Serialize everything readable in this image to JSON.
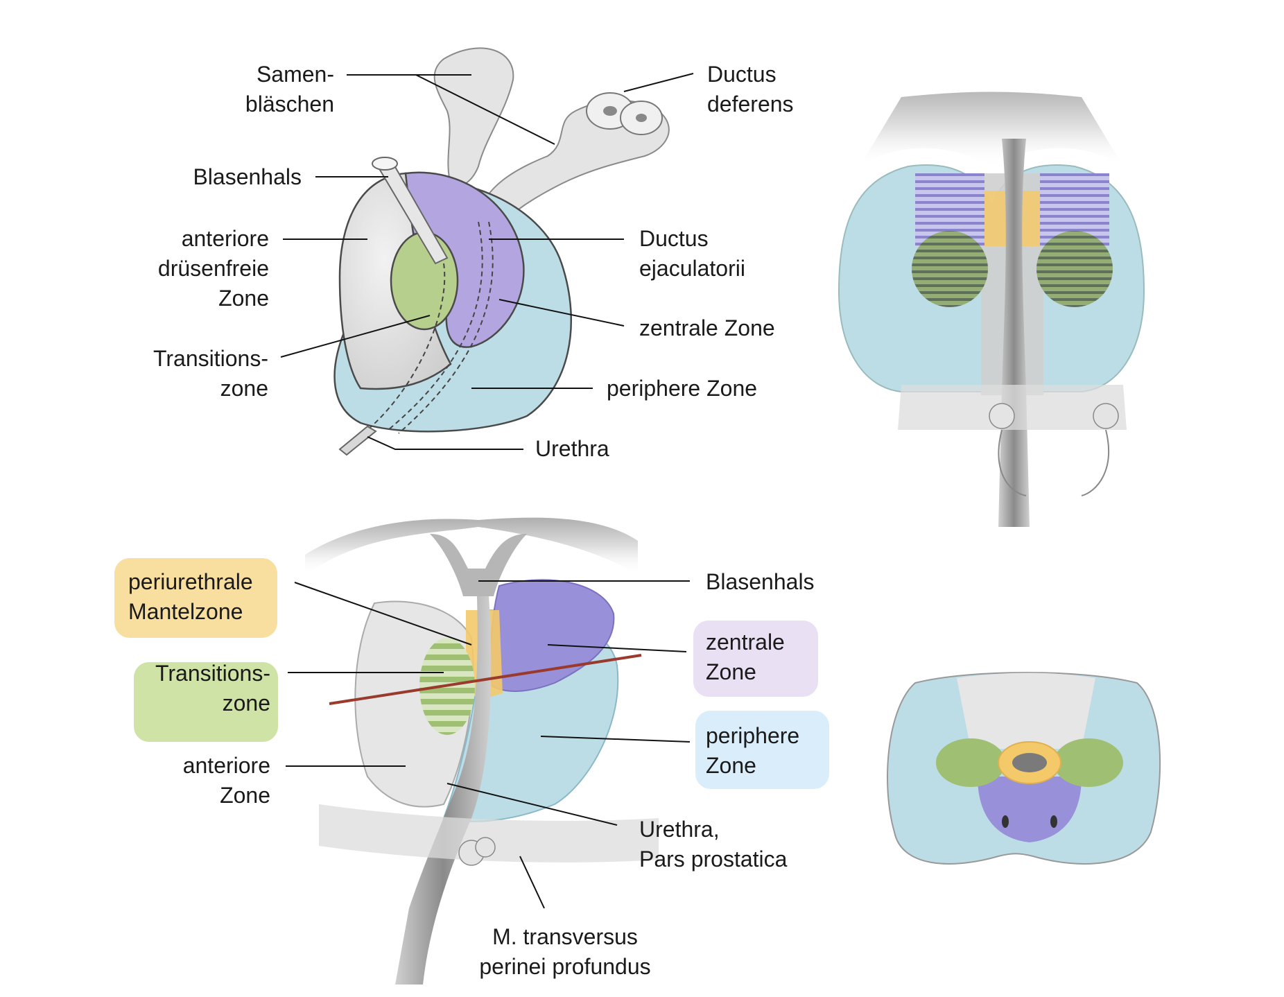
{
  "colors": {
    "central": "#b3a6e0",
    "peripheral": "#bcdde6",
    "transition": "#b6cf8c",
    "anterior": "#d8d8d8",
    "periurethral": "#f3c96a",
    "box_periurethral": "#f8dfa0",
    "box_transition": "#cfe3a6",
    "box_central": "#e9e0f4",
    "box_peripheral": "#d9eefa",
    "cut_line": "#9a3a2c"
  },
  "top_left": {
    "samenblaeschen": [
      "Samen-",
      "bläschen"
    ],
    "ductus_deferens": [
      "Ductus",
      "deferens"
    ],
    "blasenhals": [
      "Blasenhals"
    ],
    "anteriore_druesenfreie_zone": [
      "anteriore",
      "drüsenfreie",
      "Zone"
    ],
    "ductus_ejaculatorii": [
      "Ductus",
      "ejaculatorii"
    ],
    "zentrale_zone": [
      "zentrale Zone"
    ],
    "transitionszone": [
      "Transitions-",
      "zone"
    ],
    "periphere_zone": [
      "periphere Zone"
    ],
    "urethra": [
      "Urethra"
    ]
  },
  "bottom_left": {
    "periurethrale_mantelzone": [
      "periurethrale",
      "Mantelzone"
    ],
    "blasenhals": [
      "Blasenhals"
    ],
    "transitionszone": [
      "Transitions-",
      "zone"
    ],
    "zentrale_zone": [
      "zentrale",
      "Zone"
    ],
    "periphere_zone": [
      "periphere",
      "Zone"
    ],
    "anteriore_zone": [
      "anteriore",
      "Zone"
    ],
    "urethra_pars_prostatica": [
      "Urethra,",
      "Pars prostatica"
    ],
    "m_transversus": [
      "M. transversus",
      "perinei profundus"
    ]
  }
}
